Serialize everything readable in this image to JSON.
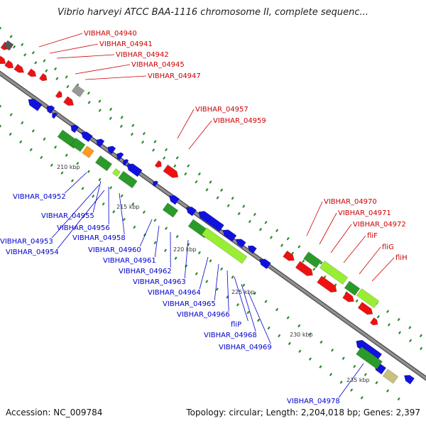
{
  "title": "Vibrio harveyi ATCC BAA-1116 chromosome II, complete sequenc...",
  "accession_label": "Accession: NC_009784",
  "topology_label": "Topology: circular; Length: 2,204,018 bp; Genes: 2,397",
  "colors": {
    "backbone": "#909090",
    "backbone_edge": "#4a4a4a",
    "forward_cds": "#ee1111",
    "reverse_cds": "#1111dd",
    "rna_green": "#2a9a2a",
    "light_green": "#99ee33",
    "orange": "#ff9922",
    "gray": "#999999",
    "khaki": "#c8c080",
    "label_forward": "#cc0000",
    "label_reverse": "#0000cc",
    "tick_text": "#333333",
    "dot": "#2a8a2a"
  },
  "ticks": [
    "210 kbp",
    "215 kbp",
    "220 kbp",
    "225 kbp",
    "230 kbp",
    "235 kbp"
  ],
  "forward_labels": [
    "VIBHAR_04940",
    "VIBHAR_04941",
    "VIBHAR_04942",
    "VIBHAR_04945",
    "VIBHAR_04947",
    "VIBHAR_04957",
    "VIBHAR_04959",
    "VIBHAR_04970",
    "VIBHAR_04971",
    "VIBHAR_04972",
    "fliF",
    "fliG",
    "fliH"
  ],
  "reverse_labels": [
    "VIBHAR_04952",
    "VIBHAR_04955",
    "VIBHAR_04956",
    "VIBHAR_04953",
    "VIBHAR_04954",
    "VIBHAR_04958",
    "VIBHAR_04960",
    "VIBHAR_04961",
    "VIBHAR_04962",
    "VIBHAR_04963",
    "VIBHAR_04964",
    "VIBHAR_04965",
    "VIBHAR_04966",
    "fliP",
    "VIBHAR_04968",
    "VIBHAR_04969",
    "VIBHAR_04978"
  ]
}
